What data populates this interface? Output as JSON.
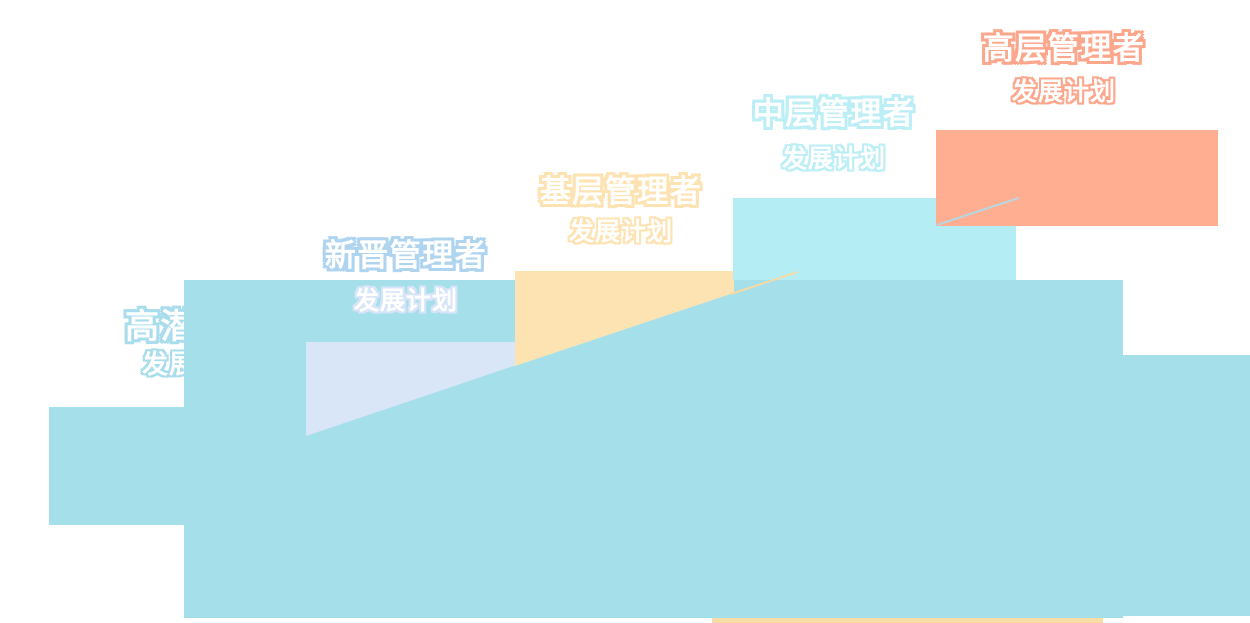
{
  "diagram": {
    "description": "管理者发展计划阶梯图",
    "steps": [
      {
        "title": "高潜人才",
        "subtitle": "发展计划",
        "accent": "#a9dcec",
        "subtitle_accent": "#a9dcec"
      },
      {
        "title": "新晋管理者",
        "subtitle": "发展计划",
        "accent": "#aed4f0",
        "subtitle_accent": "#d8e5f8"
      },
      {
        "title": "基层管理者",
        "subtitle": "发展计划",
        "accent": "#fde3b2",
        "subtitle_accent": "#fde3b2"
      },
      {
        "title": "中层管理者",
        "subtitle": "发展计划",
        "accent": "#bceef5",
        "subtitle_accent": "#bceef5"
      },
      {
        "title": "高层管理者",
        "subtitle": "发展计划",
        "accent": "#fca78c",
        "subtitle_accent": "#fca78c"
      }
    ],
    "colors": {
      "primary_blue": "#a5dfea",
      "lavender": "#d9e6f8",
      "cream": "#fde3b2",
      "cyan": "#b5edf5",
      "salmon": "#ffae92",
      "bottom_strip": "#f8dca6",
      "cream_line": "#f6d9a2",
      "salmon_line": "#b7d7e2",
      "text_fill": "#ffffff"
    }
  }
}
